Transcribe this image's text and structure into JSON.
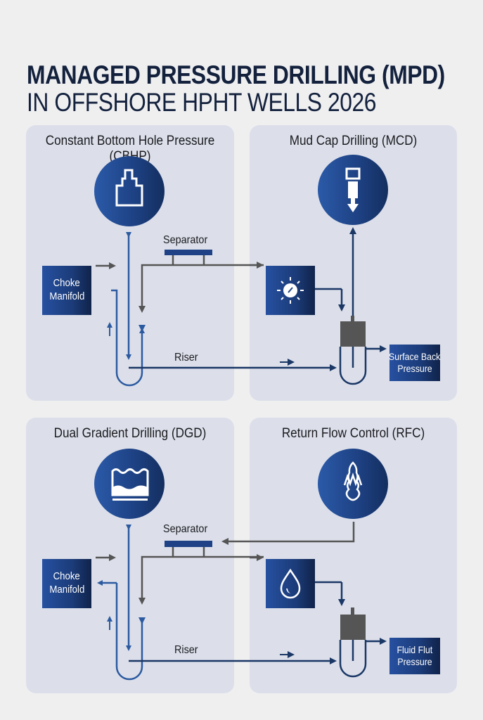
{
  "title": {
    "line1": "MANAGED PRESSURE DRILLING (MPD)",
    "line2": "IN OFFSHORE HPHT WELLS 2026"
  },
  "colors": {
    "navy_text": "#13213d",
    "panel_bg": "#dcdfea",
    "accent_blue": "#1e4285",
    "flow_blue": "#2c5aa0",
    "flow_grey": "#555555"
  },
  "panels": [
    {
      "title": "Constant Bottom Hole Pressure (CBHP)",
      "icon": "stepped-pressure-icon",
      "choke_label": [
        "Choke",
        "Manifold"
      ],
      "separator_label": "Separator",
      "riser_label": "Riser"
    },
    {
      "title": "Mud Cap Drilling (MCD)",
      "icon": "drill-bit-icon",
      "control_icon": "pressure-gauge-icon",
      "output_label": [
        "Surface Back",
        "Pressure"
      ]
    },
    {
      "title": "Dual Gradient Drilling (DGD)",
      "icon": "fluid-layers-icon",
      "choke_label": [
        "Choke",
        "Manifold"
      ],
      "separator_label": "Separator",
      "riser_label": "Riser"
    },
    {
      "title": "Return Flow Control (RFC)",
      "icon": "flow-valve-icon",
      "control_icon": "droplet-icon",
      "output_label": [
        "Fluid Flut",
        "Pressure"
      ]
    }
  ]
}
